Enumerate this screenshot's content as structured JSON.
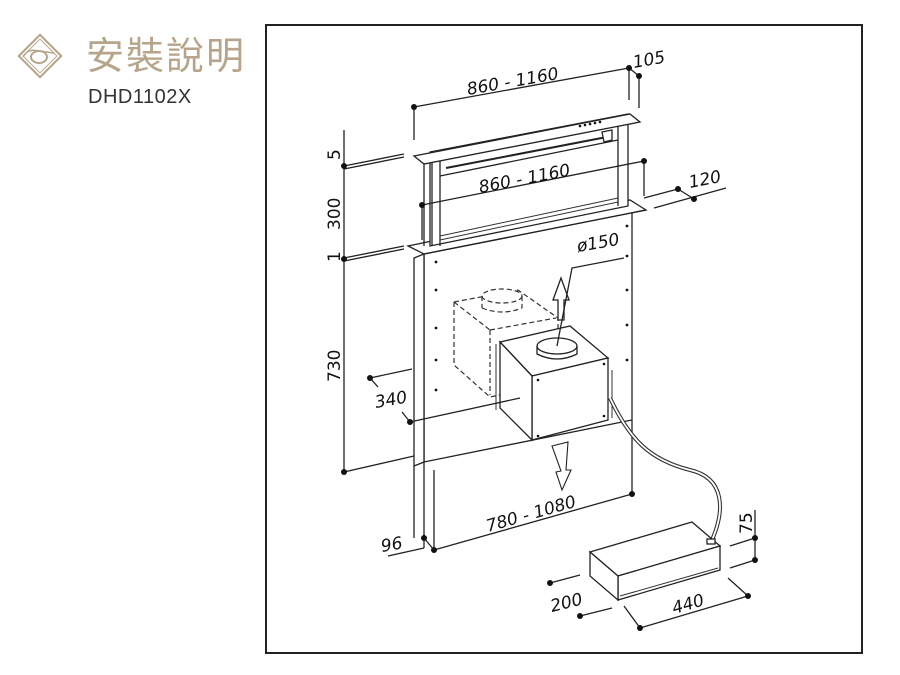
{
  "header": {
    "logo_icon": "diamond-horn-logo",
    "title": "安裝說明",
    "model": "DHD1102X",
    "accent_color": "#b6a58a"
  },
  "drawing": {
    "top_width_range": "860 - 1160",
    "top_depth": "105",
    "inner_width_range": "860 - 1160",
    "side_depth": "120",
    "duct_diameter": "ø150",
    "height_top": "5",
    "height_rise": "300",
    "height_gap": "1",
    "height_body": "730",
    "motor_offset": "340",
    "bottom_width_range": "780 - 1080",
    "bottom_depth": "96",
    "control_box_height": "75",
    "control_box_depth": "200",
    "control_box_width": "440"
  }
}
